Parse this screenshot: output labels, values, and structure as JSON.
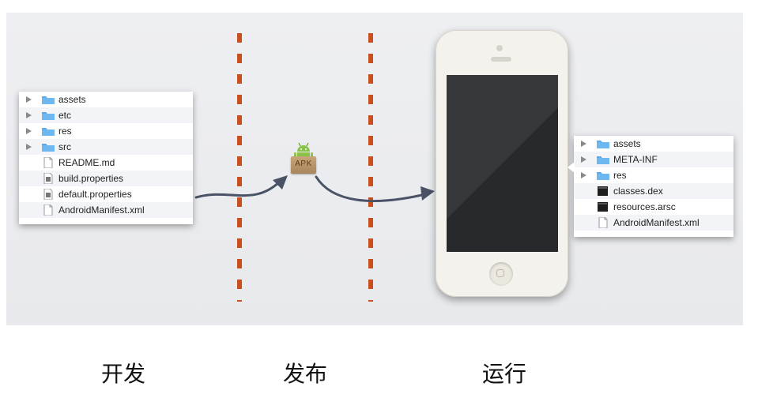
{
  "source_tree": {
    "items": [
      {
        "label": "assets",
        "icon": "folder-icon",
        "expandable": true
      },
      {
        "label": "etc",
        "icon": "folder-icon",
        "expandable": true
      },
      {
        "label": "res",
        "icon": "folder-icon",
        "expandable": true
      },
      {
        "label": "src",
        "icon": "folder-icon",
        "expandable": true
      },
      {
        "label": "README.md",
        "icon": "file-icon",
        "expandable": false
      },
      {
        "label": "build.properties",
        "icon": "properties-file-icon",
        "expandable": false
      },
      {
        "label": "default.properties",
        "icon": "properties-file-icon",
        "expandable": false
      },
      {
        "label": "AndroidManifest.xml",
        "icon": "file-icon",
        "expandable": false
      }
    ]
  },
  "apk_package": {
    "label": "APK",
    "icon": "android-robot-icon"
  },
  "device_tree": {
    "items": [
      {
        "label": "assets",
        "icon": "folder-icon",
        "expandable": true
      },
      {
        "label": "META-INF",
        "icon": "folder-icon",
        "expandable": true
      },
      {
        "label": "res",
        "icon": "folder-icon",
        "expandable": true
      },
      {
        "label": "classes.dex",
        "icon": "binary-file-icon",
        "expandable": false
      },
      {
        "label": "resources.arsc",
        "icon": "binary-file-icon",
        "expandable": false
      },
      {
        "label": "AndroidManifest.xml",
        "icon": "file-icon",
        "expandable": false
      }
    ]
  },
  "captions": {
    "develop": "开发",
    "publish": "发布",
    "run": "运行"
  },
  "colors": {
    "divider": "#c9501c",
    "arrow": "#4a5266",
    "folder": "#5aa9e6",
    "phone_body": "#f4f2ec",
    "phone_screen": "#2b2d30"
  }
}
